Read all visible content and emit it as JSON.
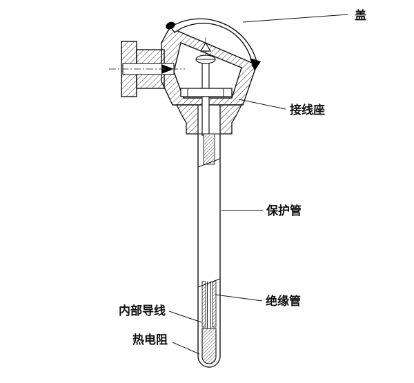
{
  "colors": {
    "line": "#111111",
    "hatch": "#333333",
    "background": "#ffffff",
    "label_text": "#111111"
  },
  "diagram": {
    "title": "",
    "labels": {
      "cover": "盖",
      "terminal_base": "接线座",
      "protection_tube": "保护管",
      "insulation_tube": "绝缘管",
      "internal_leads": "内部导线",
      "thermal_resistor": "热电阻"
    }
  }
}
